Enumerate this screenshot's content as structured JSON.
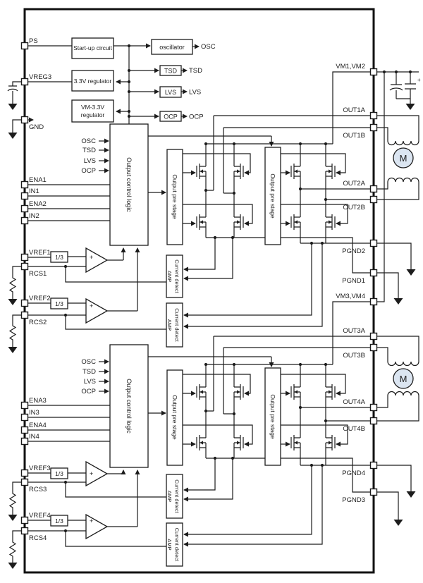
{
  "title": "Motor driver IC block diagram",
  "colors": {
    "line": "#1c1c1c",
    "motor_fill": "#dbe5f1",
    "background": "#ffffff"
  },
  "pins": {
    "left": [
      {
        "label": "PS",
        "label_position": "above"
      },
      {
        "label": "VREG3",
        "label_position": "above"
      },
      {
        "label": "GND",
        "label_position": "below"
      },
      {
        "label": "ENA1",
        "label_position": "above"
      },
      {
        "label": "IN1",
        "label_position": "above"
      },
      {
        "label": "ENA2",
        "label_position": "above"
      },
      {
        "label": "IN2",
        "label_position": "above"
      },
      {
        "label": "VREF1",
        "label_position": "above"
      },
      {
        "label": "RCS1",
        "label_position": "below"
      },
      {
        "label": "VREF2",
        "label_position": "above"
      },
      {
        "label": "RCS2",
        "label_position": "below"
      },
      {
        "label": "ENA3",
        "label_position": "above"
      },
      {
        "label": "IN3",
        "label_position": "above"
      },
      {
        "label": "ENA4",
        "label_position": "above"
      },
      {
        "label": "IN4",
        "label_position": "above"
      },
      {
        "label": "VREF3",
        "label_position": "above"
      },
      {
        "label": "RCS3",
        "label_position": "below"
      },
      {
        "label": "VREF4",
        "label_position": "above"
      },
      {
        "label": "RCS4",
        "label_position": "below"
      }
    ],
    "right": [
      {
        "label": "VM1,VM2",
        "label_position": "above"
      },
      {
        "label": "OUT1A",
        "label_position": "above"
      },
      {
        "label": "OUT1B",
        "label_position": "below"
      },
      {
        "label": "OUT2A",
        "label_position": "above"
      },
      {
        "label": "OUT2B",
        "label_position": "below"
      },
      {
        "label": "PGND2",
        "label_position": "below"
      },
      {
        "label": "PGND1",
        "label_position": "below"
      },
      {
        "label": "VM3,VM4",
        "label_position": "above"
      },
      {
        "label": "OUT3A",
        "label_position": "above"
      },
      {
        "label": "OUT3B",
        "label_position": "below"
      },
      {
        "label": "OUT4A",
        "label_position": "above"
      },
      {
        "label": "OUT4B",
        "label_position": "below"
      },
      {
        "label": "PGND4",
        "label_position": "below"
      },
      {
        "label": "PGND3",
        "label_position": "below"
      }
    ]
  },
  "blocks": {
    "startup": "Start-up circuit",
    "oscillator": "oscillator",
    "reg33": "3.3V regulator",
    "regvm_line1": "VM-3.3V",
    "regvm_line2": "regulator",
    "tsd": "TSD",
    "lvs": "LVS",
    "ocp": "OCP",
    "control_logic": "Output control logic",
    "pre_stage": "Output pre stage",
    "current_amp_line1": "Current detect",
    "current_amp_line2": "AMP",
    "divider": "1/3",
    "comparator_plus": "+"
  },
  "signals": {
    "outputs": [
      "OSC",
      "TSD",
      "LVS",
      "OCP"
    ],
    "inputs": [
      "OSC",
      "TSD",
      "LVS",
      "OCP"
    ]
  },
  "motor_label": "M",
  "capacitor_polarity_mark": "+"
}
